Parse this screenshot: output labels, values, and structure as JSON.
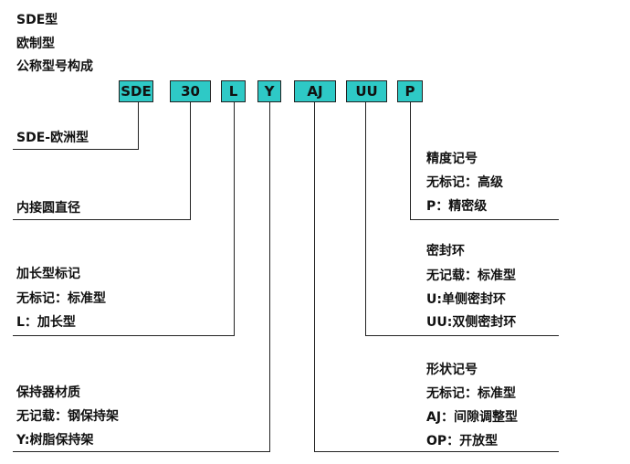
{
  "header": {
    "line1": "SDE型",
    "line2": "欧制型",
    "line3": "公称型号构成"
  },
  "codes": [
    "SDE",
    "30",
    "L",
    "Y",
    "AJ",
    "UU",
    "P"
  ],
  "left": {
    "sde": [
      "SDE-欧洲型"
    ],
    "size": [
      "内接圆直径"
    ],
    "length": [
      "加长型标记",
      "无标记：标准型",
      "L：加长型"
    ],
    "material": [
      "保持器材质",
      "无记载：钢保持架",
      "Y:树脂保持架"
    ]
  },
  "right": {
    "precision": [
      "精度记号",
      "无标记：高级",
      "P：精密级"
    ],
    "seal": [
      "密封环",
      "无记载：标准型",
      "U:单侧密封环",
      "UU:双侧密封环"
    ],
    "shape": [
      "形状记号",
      "无标记：标准型",
      "AJ：间隙调整型",
      "OP：开放型"
    ]
  },
  "colors": {
    "box": "#2ec9c6"
  }
}
